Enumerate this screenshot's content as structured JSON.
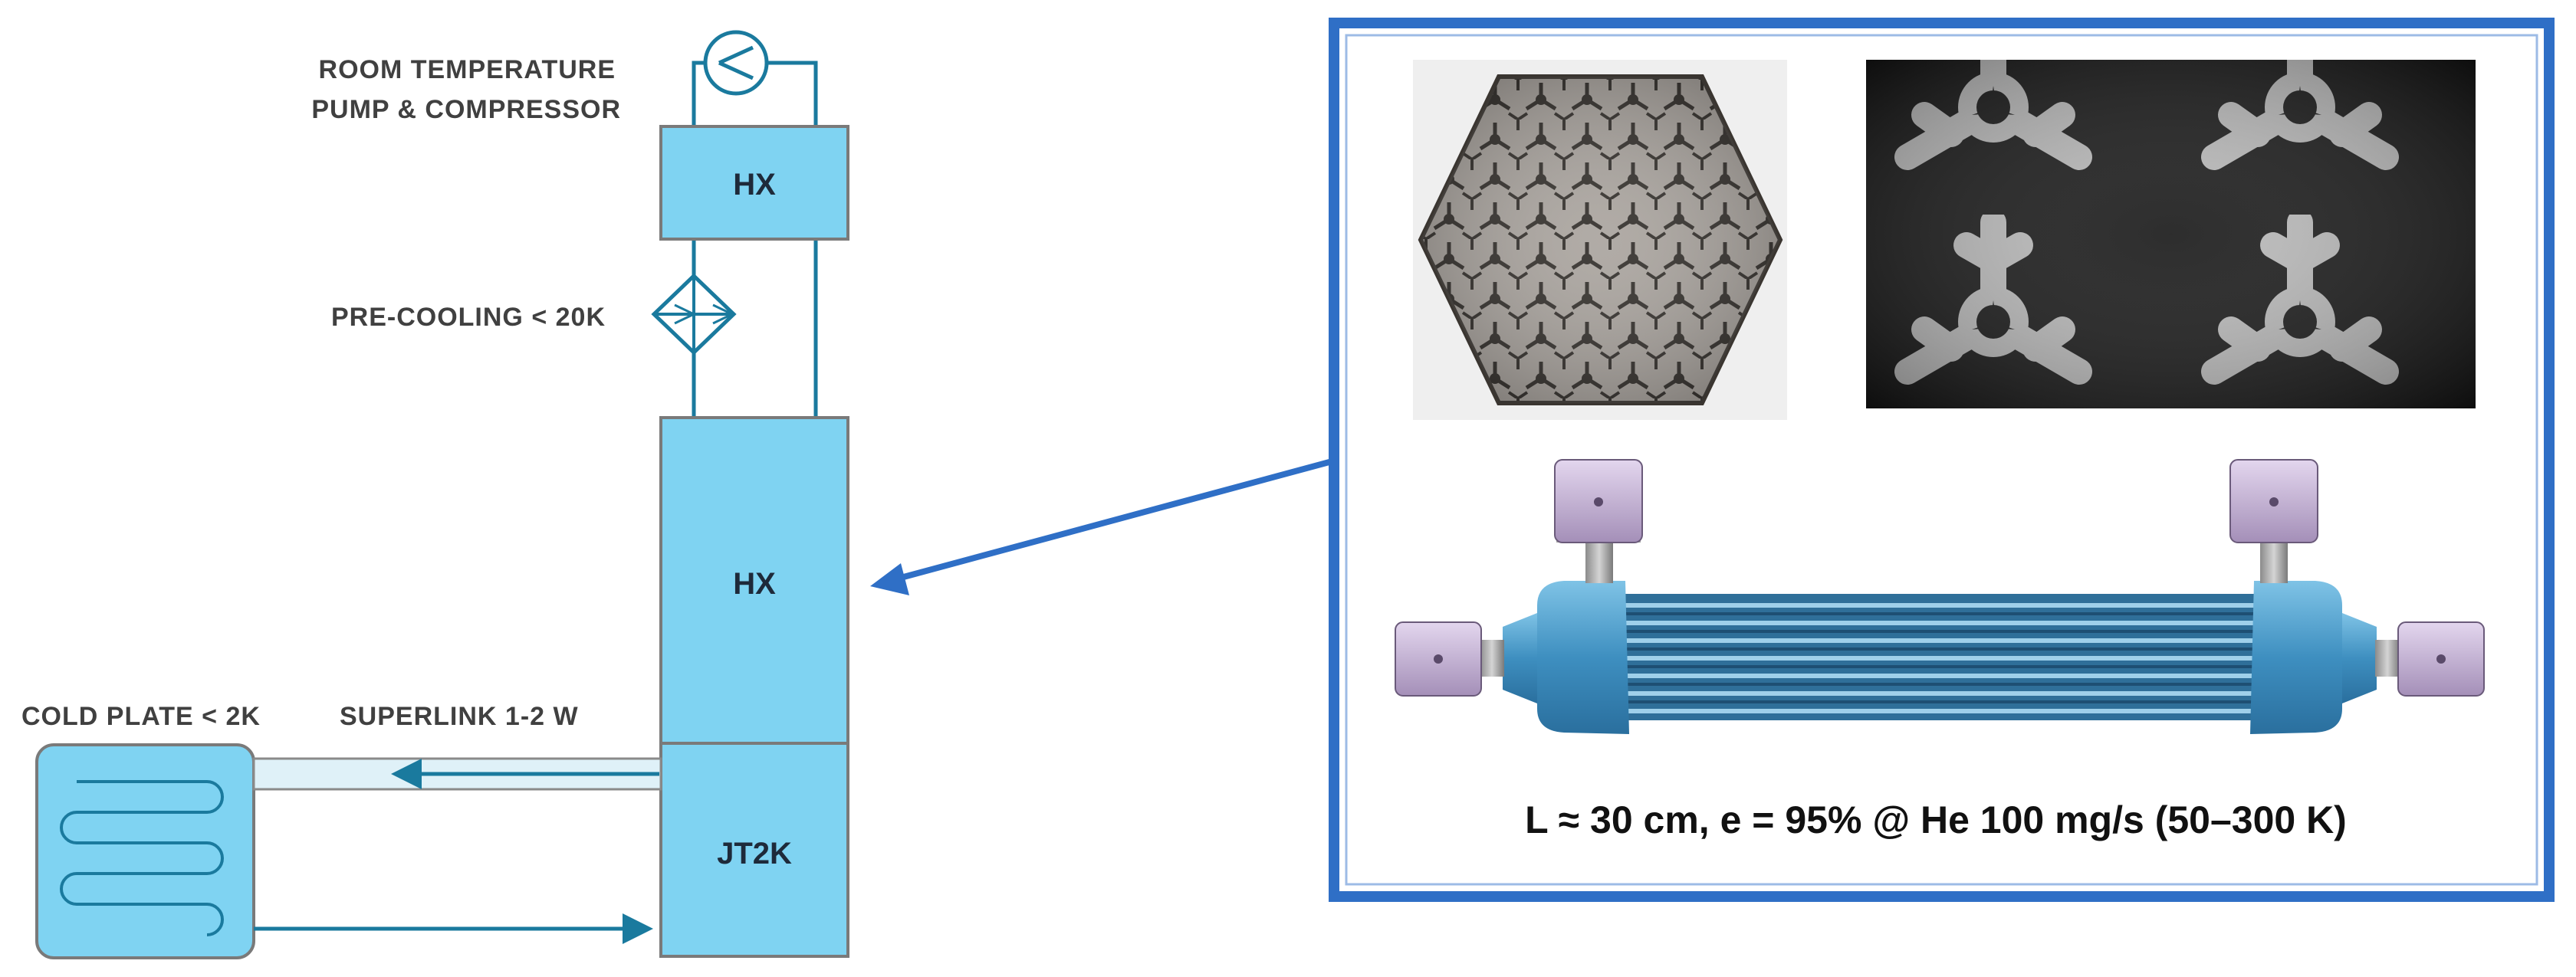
{
  "labels": {
    "pump_line1": "ROOM TEMPERATURE",
    "pump_line2": "PUMP & COMPRESSOR",
    "precooling": "PRE-COOLING < 20K",
    "cold_plate": "COLD PLATE < 2K",
    "superlink": "SUPERLINK 1-2 W"
  },
  "boxes": {
    "hx_top": "HX",
    "hx_main": "HX",
    "jt2k": "JT2K"
  },
  "caption": "L ≈ 30 cm, e = 95% @ He 100 mg/s (50–300 K)",
  "colors": {
    "box_fill": "#7fd3f2",
    "box_stroke": "#7a7a7a",
    "line": "#1a7a9e",
    "arrow": "#2f6fc6",
    "frame": "#2f6fc6",
    "hx_body": "#5aa6cf",
    "nut": "#c8b6d8"
  },
  "icons": {
    "pump": "pump-icon",
    "precooler": "heat-exchanger-diamond-icon",
    "coil": "serpentine-coil-icon"
  }
}
